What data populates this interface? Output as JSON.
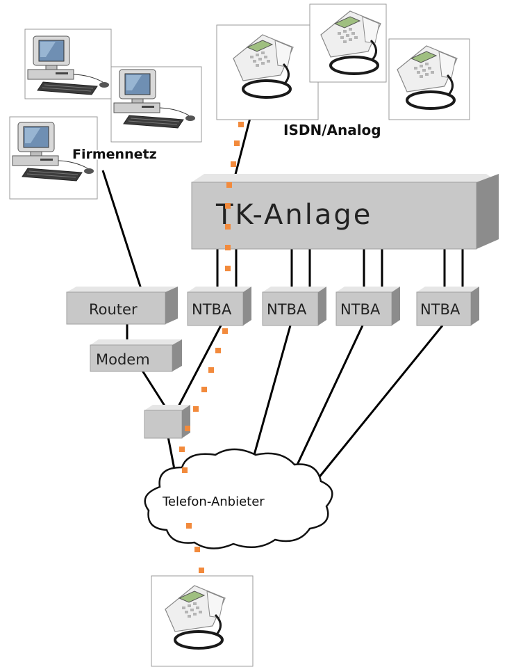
{
  "labels": {
    "firmennetz": "Firmennetz",
    "isdn_analog": "ISDN/Analog",
    "tk_anlage": "TK-Anlage",
    "router": "Router",
    "modem": "Modem",
    "ntba": [
      "NTBA",
      "NTBA",
      "NTBA",
      "NTBA"
    ],
    "cloud": "Telefon-Anbieter"
  },
  "colors": {
    "box_fill": "#c8c8c8",
    "box_side": "#8c8c8c",
    "box_top": "#e6e6e6",
    "line": "#000000",
    "dotted_path": "#f28a3c"
  },
  "icons": [
    "computer-icon",
    "computer-icon",
    "computer-icon",
    "telephone-icon",
    "telephone-icon",
    "telephone-icon",
    "telephone-icon"
  ]
}
